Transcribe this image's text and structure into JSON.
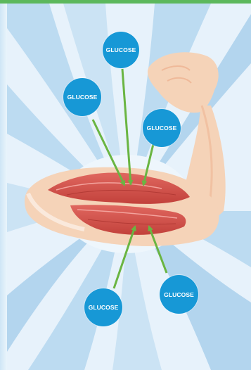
{
  "colors": {
    "background": "#e7f2fb",
    "burst": "#b9d9f0",
    "top_bar": "#5cb85c",
    "arrow": "#6ab542",
    "bubble": "#1798d6",
    "skin": "#f5d3b8",
    "skin_shadow": "#efb999",
    "muscle": "#d9534f",
    "muscle_dark": "#b33a35"
  },
  "labels": {
    "glucose_1": "GLUCOSE",
    "glucose_2": "GLUCOSE",
    "glucose_3": "GLUCOSE",
    "glucose_4": "GLUCOSE",
    "glucose_5": "GLUCOSE"
  }
}
